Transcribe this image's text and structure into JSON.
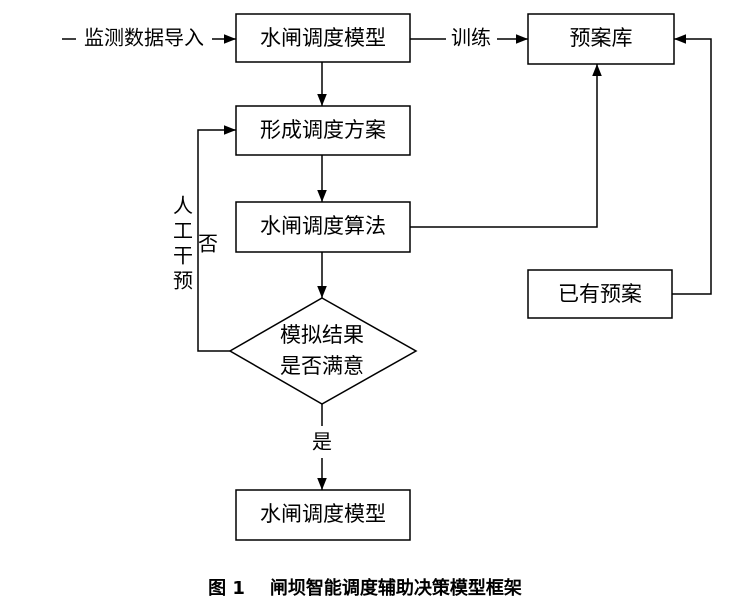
{
  "nodes": {
    "model_top": "水闸调度模型",
    "plan_lib": "预案库",
    "form_plan": "形成调度方案",
    "algorithm": "水闸调度算法",
    "existing_plan": "已有预案",
    "decision_line1": "模拟结果",
    "decision_line2": "是否满意",
    "model_bottom": "水闸调度模型"
  },
  "edges": {
    "import": "监测数据导入",
    "train": "训练",
    "no": "否",
    "manual1": "人",
    "manual2": "工",
    "manual3": "干",
    "manual4": "预",
    "yes": "是"
  },
  "caption": "图 1    闸坝智能调度辅助决策模型框架"
}
